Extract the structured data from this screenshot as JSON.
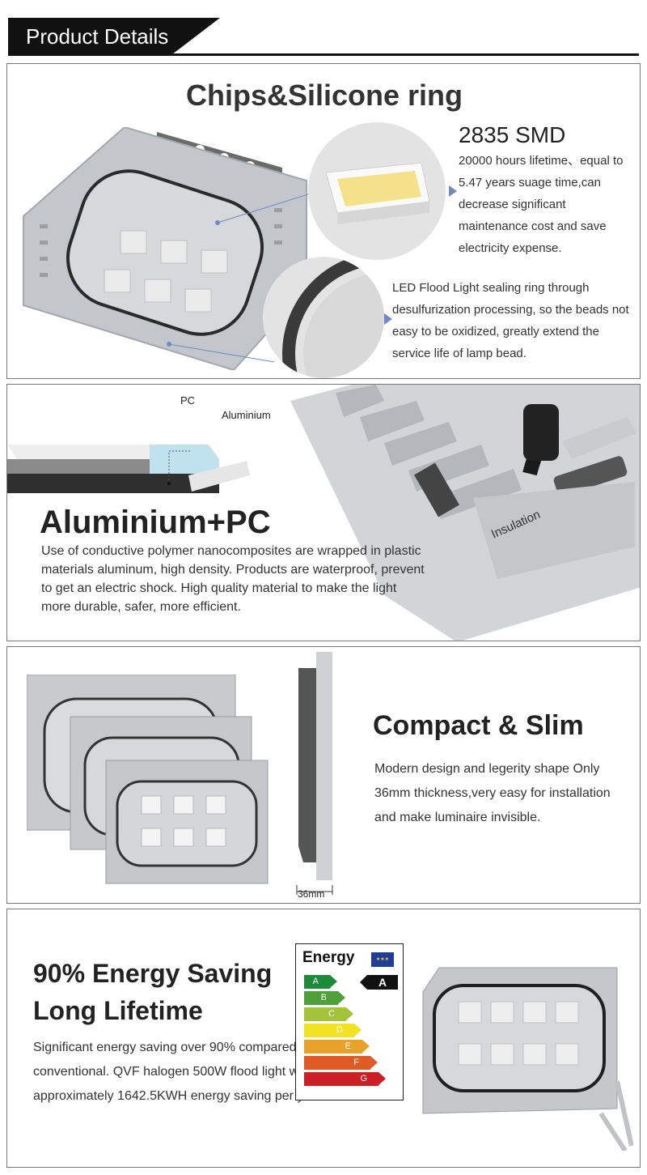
{
  "header": {
    "title": "Product Details"
  },
  "section_chips": {
    "title": "Chips&Silicone ring",
    "smd_title": "2835 SMD",
    "smd_text": "20000 hours lifetime、equal to 5.47 years suage time,can decrease significant maintenance cost and save electricity expense.",
    "ring_text": "LED Flood Light sealing ring through desulfurization processing, so the beads not easy to be oxidized, greatly extend the service life of lamp bead."
  },
  "section_material": {
    "label_pc": "PC",
    "label_aluminium": "Aluminium",
    "title": "Aluminium+PC",
    "text": "Use of conductive polymer nanocomposites are wrapped in plastic materials aluminum, high density. Products are waterproof, prevent to get an electric shock. High quality material to make the light more durable, safer, more efficient.",
    "insulation_label": "Insulation"
  },
  "section_slim": {
    "title": "Compact & Slim",
    "text": "Modern design and legerity shape Only 36mm thickness,very easy for installation and make luminaire invisible.",
    "dimension_label": "36mm"
  },
  "section_energy": {
    "title_line1": "90% Energy Saving",
    "title_line2": "Long Lifetime",
    "text": "Significant energy saving over 90% compared to conventional. QVF halogen 500W flood light with approximately 1642.5KWH energy saving per year.",
    "energy_label": {
      "heading": "Energy",
      "rating": "A",
      "classes": [
        {
          "letter": "A",
          "color": "#1e8b3a"
        },
        {
          "letter": "B",
          "color": "#4fa03a"
        },
        {
          "letter": "C",
          "color": "#a3c43a"
        },
        {
          "letter": "D",
          "color": "#f2e224"
        },
        {
          "letter": "E",
          "color": "#e8a22a"
        },
        {
          "letter": "F",
          "color": "#e05a23"
        },
        {
          "letter": "G",
          "color": "#cc1f25"
        }
      ]
    }
  },
  "colors": {
    "panel_border": "#777777",
    "accent_arrow": "#6f8ac6",
    "header_bg": "#111111"
  }
}
